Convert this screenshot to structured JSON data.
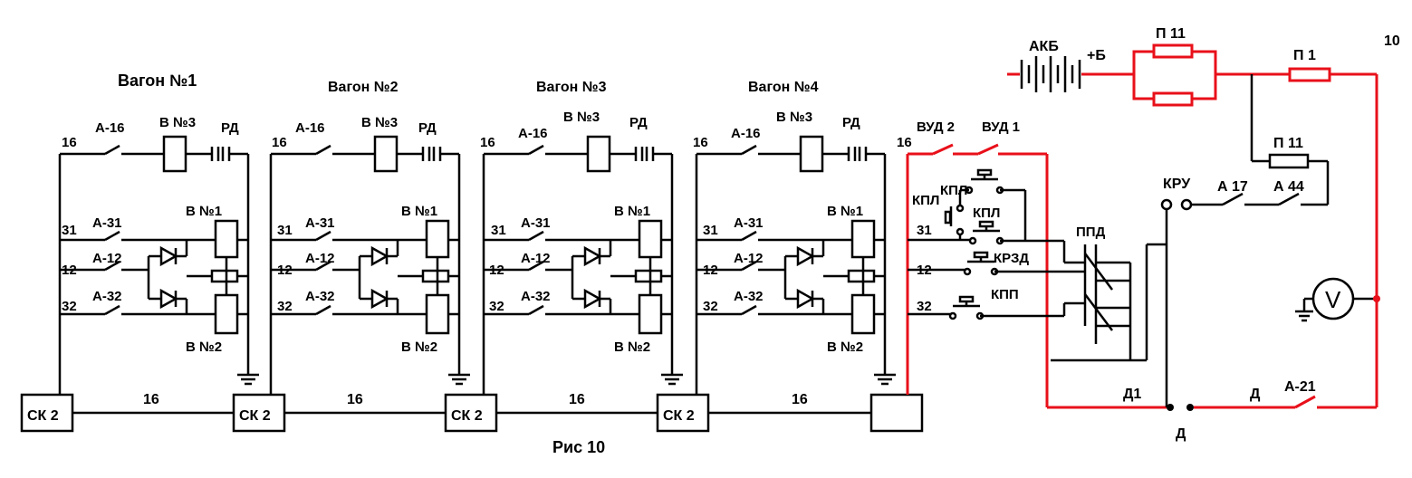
{
  "figure_caption": "Рис 10",
  "sheet_number": "10",
  "wagon_labels": [
    "Вагон №1",
    "Вагон №2",
    "Вагон №3",
    "Вагон №4"
  ],
  "wagon_circuit": {
    "wire_16": "16",
    "wire_31": "31",
    "wire_12": "12",
    "wire_32": "32",
    "contact_a16": "А-16",
    "contact_a31": "А-31",
    "contact_a12": "А-12",
    "contact_a32": "А-32",
    "coil_v3": "В №3",
    "coil_v1": "В №1",
    "coil_v2": "В №2",
    "relay_rd": "РД"
  },
  "bottom_bus": {
    "connector_label": "СК 2",
    "wire_label": "16"
  },
  "control_panel": {
    "wire_16": "16",
    "wire_31": "31",
    "wire_12": "12",
    "wire_32": "32",
    "vud2": "ВУД 2",
    "vud1": "ВУД 1",
    "kpl_top": "КПЛ",
    "kpl_left": "КПЛ",
    "kpl_mid": "КПЛ",
    "krzd": "КРЗД",
    "kpp": "КПП",
    "ppd": "ППД"
  },
  "power": {
    "battery": "АКБ",
    "plus": "+Б",
    "fuse_p11_top": "П 11",
    "fuse_p1": "П 1",
    "fuse_p11_mid": "П 11",
    "kru": "КРУ",
    "a17": "А 17",
    "a44": "А 44",
    "voltmeter": "V",
    "d1": "Д1",
    "d_wire": "Д",
    "a21": "А-21",
    "d_bottom": "Д"
  }
}
